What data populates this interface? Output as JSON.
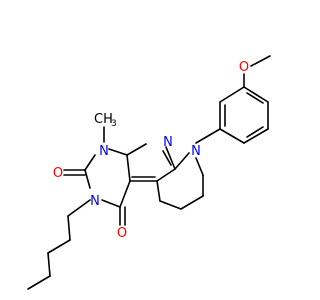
{
  "structure": {
    "atoms": {
      "methoxy_o": {
        "text": "O",
        "color": "#ff0000"
      },
      "n9": {
        "text": "N",
        "color": "#0000ff"
      },
      "n7": {
        "text": "N",
        "color": "#0000ff"
      },
      "n1": {
        "text": "N",
        "color": "#0000ff"
      },
      "n1_methyl": {
        "text": "CH",
        "sub": "3",
        "color": "#000000"
      },
      "n3": {
        "text": "N",
        "color": "#0000ff"
      },
      "c2_o": {
        "text": "O",
        "color": "#ff0000"
      },
      "c4_o": {
        "text": "O",
        "color": "#ff0000"
      },
      "n10": {
        "text": "N",
        "color": "#0000ff"
      }
    }
  }
}
